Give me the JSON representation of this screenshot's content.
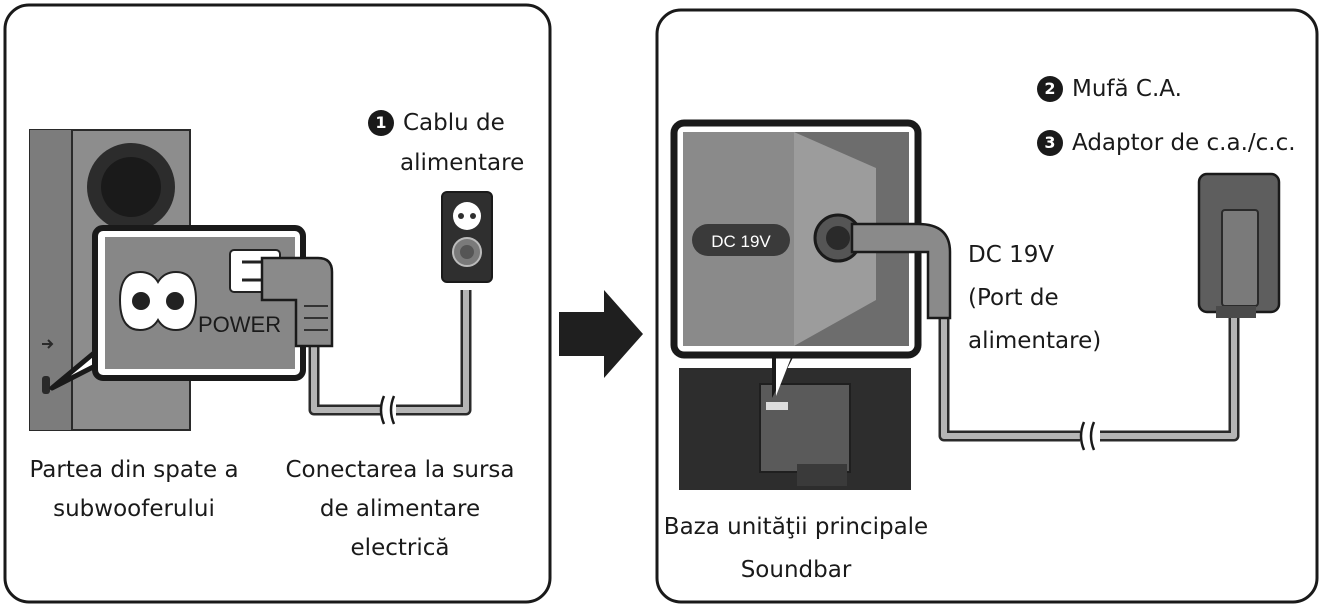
{
  "left_panel": {
    "cable_number": "1",
    "cable_label_line1": "Cablu de",
    "cable_label_line2": "alimentare",
    "power_label": "POWER",
    "caption_back_line1": "Partea din spate a",
    "caption_back_line2": "subwooferului",
    "caption_connect_line1": "Conectarea la sursa",
    "caption_connect_line2": "de alimentare",
    "caption_connect_line3": "electrică"
  },
  "right_panel": {
    "plug_number": "2",
    "plug_label": "Mufă C.A.",
    "adapter_number": "3",
    "adapter_label": "Adaptor de c.a./c.c.",
    "dc_tag": "DC 19V",
    "port_label_line1": "DC 19V",
    "port_label_line2": "(Port de",
    "port_label_line3": "alimentare)",
    "caption_line1": "Baza unităţii principale",
    "caption_line2": "Soundbar"
  }
}
